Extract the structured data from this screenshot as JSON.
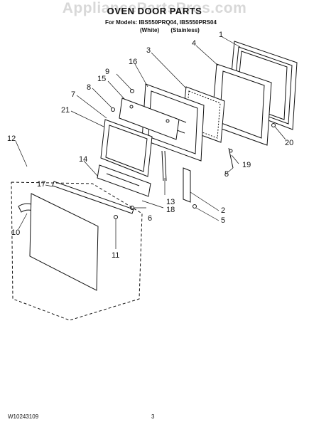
{
  "header": {
    "watermark": "AppliancePartsPros.com",
    "title": "OVEN DOOR PARTS",
    "models_line": "For Models: IBS550PRQ04, IBS550PRS04",
    "variant_white": "(White)",
    "variant_stainless": "(Stainless)"
  },
  "callouts": [
    "1",
    "2",
    "3",
    "4",
    "5",
    "5",
    "6",
    "7",
    "8",
    "9",
    "10",
    "11",
    "12",
    "13",
    "14",
    "15",
    "16",
    "17",
    "18",
    "19",
    "20",
    "21"
  ],
  "footer": {
    "doc_number": "W10243109",
    "page_number": "3"
  }
}
